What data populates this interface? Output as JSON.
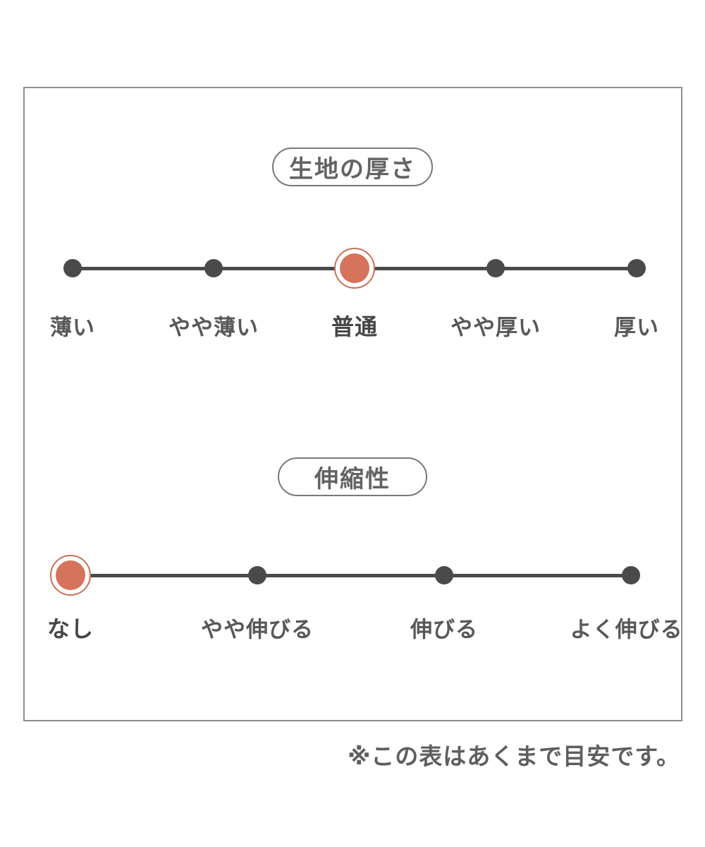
{
  "page": {
    "footnote": "※この表はあくまで目安です。"
  },
  "colors": {
    "accent_dot": "#d5735c",
    "accent_ring": "#c96f55",
    "dot": "#4a4a4a",
    "line": "#4a4a4a",
    "label": "#585858",
    "label_selected": "#454545",
    "pill_border": "#787878",
    "pill_text": "#636363",
    "box_border": "#8e8e8e",
    "background": "#ffffff"
  },
  "chart_data": [
    {
      "type": "scatter",
      "title": "生地の厚さ",
      "categories": [
        "薄い",
        "やや薄い",
        "普通",
        "やや厚い",
        "厚い"
      ],
      "selected_index": 2,
      "selected_value": "普通",
      "legend_position": "none",
      "layout": "horizontal 5-point scale, evenly spaced dots on a line, selected point highlighted orange with ring"
    },
    {
      "type": "scatter",
      "title": "伸縮性",
      "categories": [
        "なし",
        "やや伸びる",
        "伸びる",
        "よく伸びる"
      ],
      "selected_index": 0,
      "selected_value": "なし",
      "legend_position": "none",
      "layout": "horizontal 4-point scale, evenly spaced dots on a line, selected point highlighted orange with ring"
    }
  ],
  "scales": [
    {
      "title": "生地の厚さ",
      "options": [
        "薄い",
        "やや薄い",
        "普通",
        "やや厚い",
        "厚い"
      ],
      "selected_index": 2
    },
    {
      "title": "伸縮性",
      "options": [
        "なし",
        "やや伸びる",
        "伸びる",
        "よく伸びる"
      ],
      "selected_index": 0
    }
  ]
}
